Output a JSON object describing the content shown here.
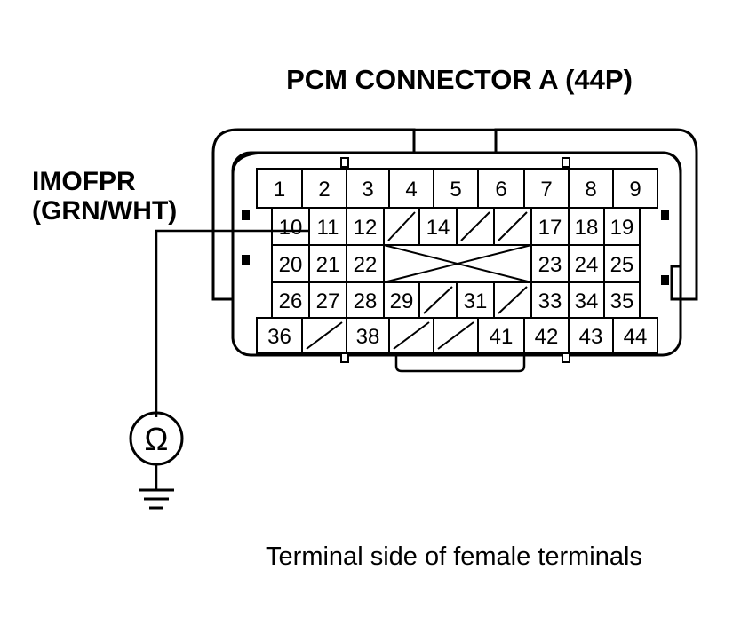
{
  "title": "PCM CONNECTOR A (44P)",
  "wire": {
    "signal": "IMOFPR",
    "color": "(GRN/WHT)",
    "pin": "10"
  },
  "caption": "Terminal side of female terminals",
  "meter_symbol": "Ω",
  "meter_icon": "ohmmeter-icon",
  "ground_icon": "ground-icon",
  "rows": [
    {
      "row": 1,
      "cells": [
        "1",
        "2",
        "3",
        "4",
        "5",
        "6",
        "7",
        "8",
        "9"
      ]
    },
    {
      "row": 2,
      "cells": [
        "10",
        "11",
        "12",
        "",
        "14",
        "",
        "",
        "17",
        "18",
        "19"
      ]
    },
    {
      "row": 3,
      "cells": [
        "20",
        "21",
        "22",
        "",
        "",
        "",
        "",
        "23",
        "24",
        "25"
      ]
    },
    {
      "row": 4,
      "cells": [
        "26",
        "27",
        "28",
        "29",
        "",
        "31",
        "",
        "33",
        "34",
        "35"
      ]
    },
    {
      "row": 5,
      "cells": [
        "36",
        "",
        "38",
        "",
        "",
        "41",
        "42",
        "43",
        "44"
      ]
    }
  ]
}
